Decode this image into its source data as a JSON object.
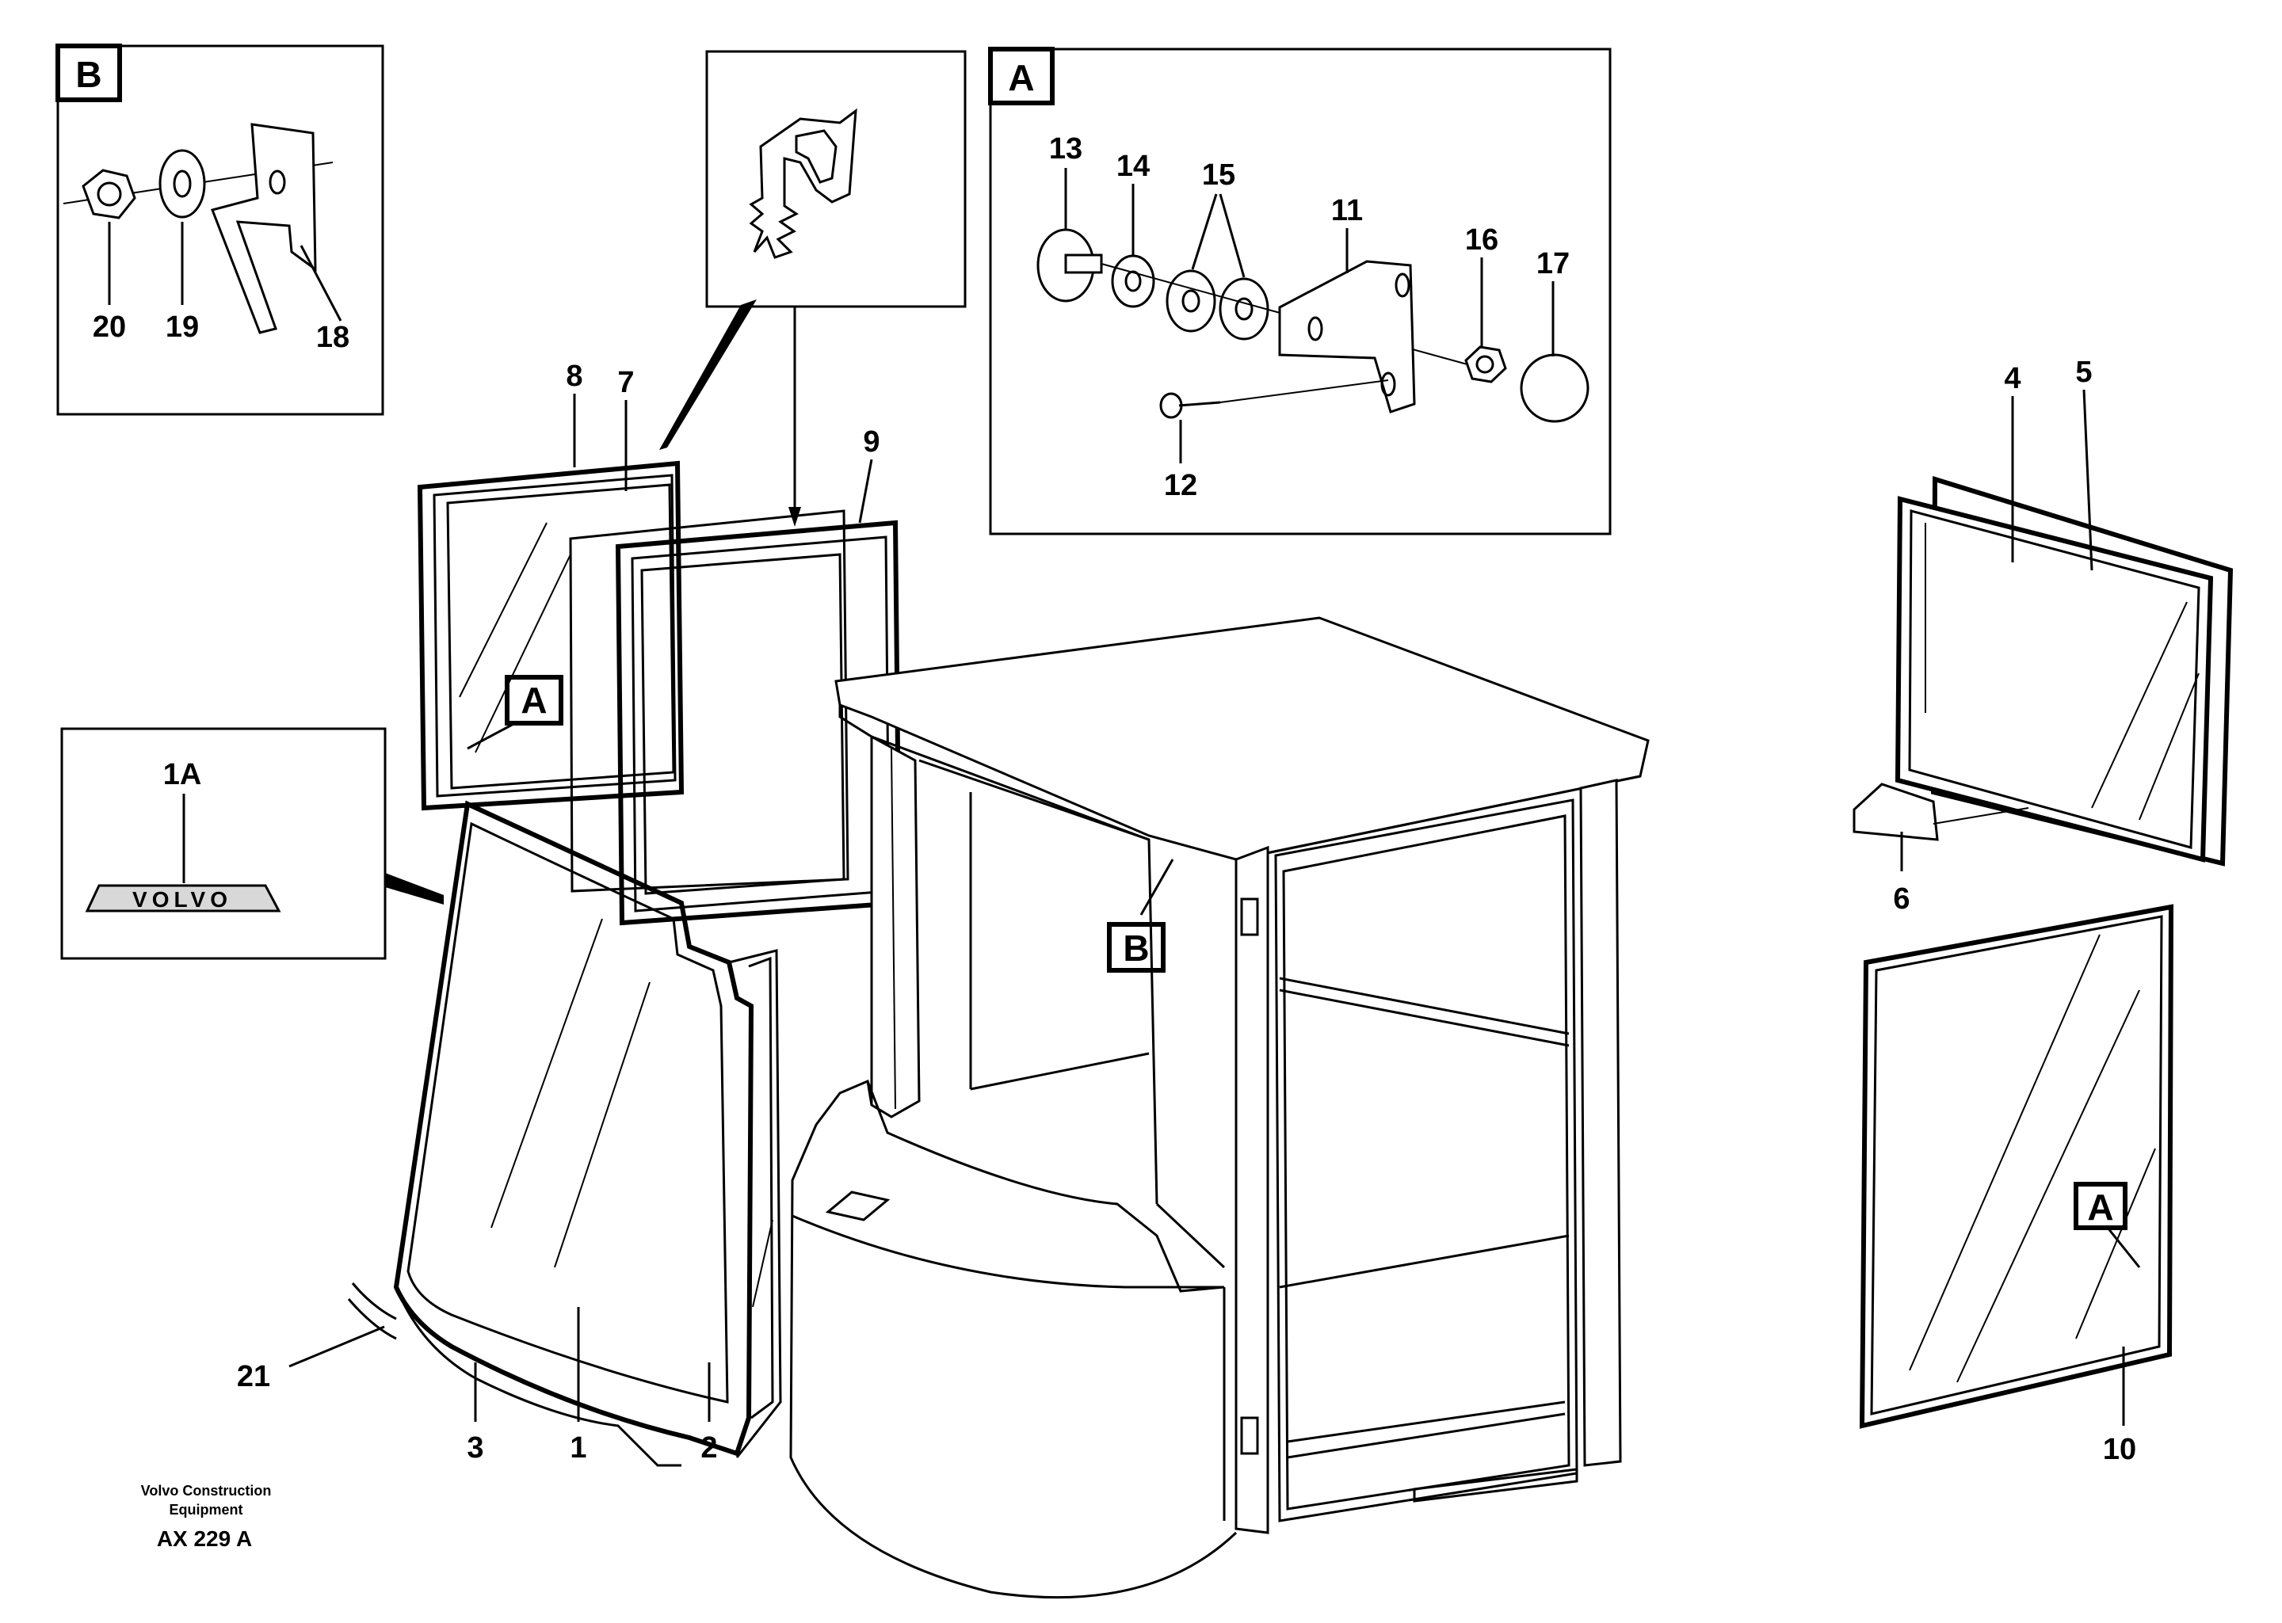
{
  "inset_b": {
    "tag": "B",
    "labels": [
      "20",
      "19",
      "18"
    ]
  },
  "inset_a": {
    "tag": "A",
    "labels": [
      "13",
      "14",
      "15",
      "11",
      "16",
      "17",
      "12"
    ]
  },
  "inset_1a": {
    "label": "1A",
    "emblem_text": "VOLVO"
  },
  "main_labels": {
    "l1": "1",
    "l2": "2",
    "l3": "3",
    "l4": "4",
    "l5": "5",
    "l6": "6",
    "l7": "7",
    "l8": "8",
    "l9": "9",
    "l10": "10",
    "l21": "21"
  },
  "callouts": {
    "a1": "A",
    "a2": "A",
    "b1": "B"
  },
  "footer": {
    "line1": "Volvo Construction",
    "line2": "Equipment",
    "code": "AX 229 A"
  }
}
